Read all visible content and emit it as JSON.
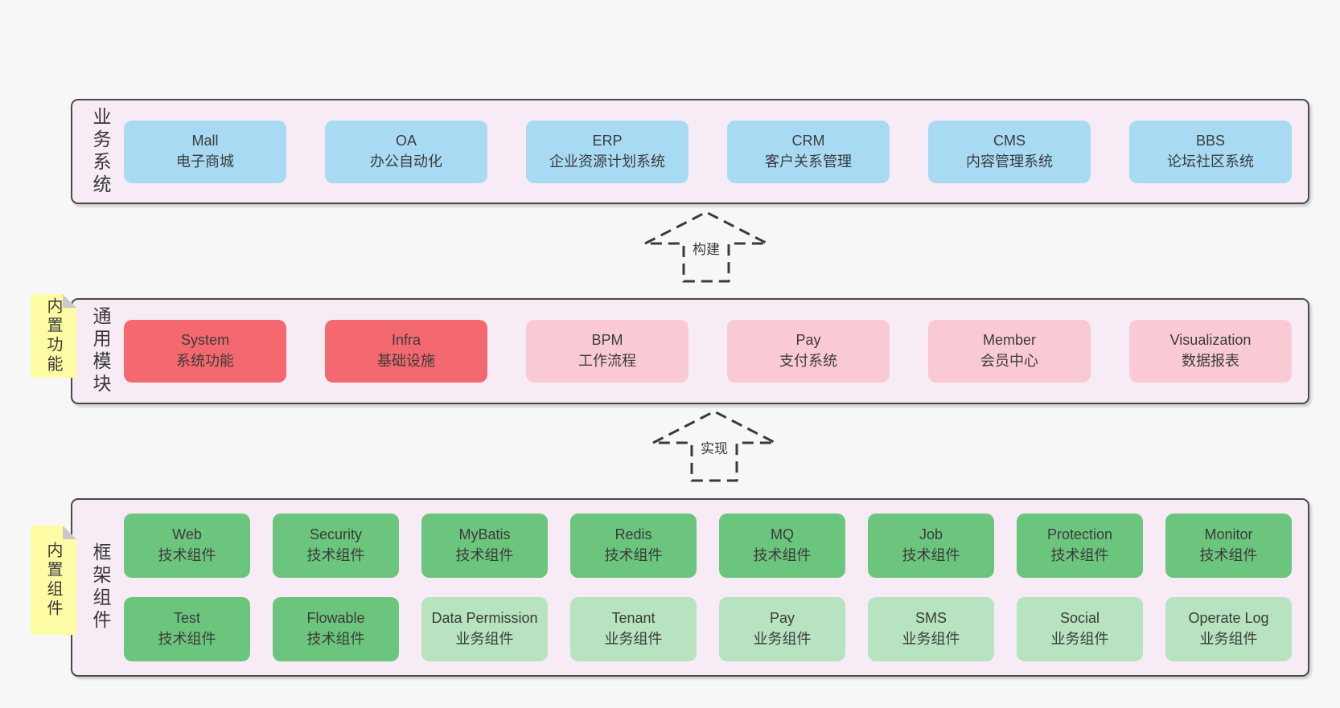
{
  "colors": {
    "page_bg": "#f7f7f7",
    "container_bg": "#f7ecf5",
    "border": "#4a4a4a",
    "blue": "#a8dbf3",
    "red": "#f4696f",
    "pink": "#facad4",
    "green": "#6cc57d",
    "light_green": "#b7e3c0",
    "sticky_yellow": "#fdfca5",
    "fold_gray": "#c9c9c9",
    "text": "#3d3d3d"
  },
  "business": {
    "label": "业务系统",
    "boxes": [
      {
        "name": "Mall",
        "desc": "电子商城"
      },
      {
        "name": "OA",
        "desc": "办公自动化"
      },
      {
        "name": "ERP",
        "desc": "企业资源计划系统"
      },
      {
        "name": "CRM",
        "desc": "客户关系管理"
      },
      {
        "name": "CMS",
        "desc": "内容管理系统"
      },
      {
        "name": "BBS",
        "desc": "论坛社区系统"
      }
    ]
  },
  "arrows": {
    "build": {
      "label": "构建"
    },
    "implement": {
      "label": "实现"
    }
  },
  "modules": {
    "label": "通用模块",
    "sticky": "内置功能",
    "boxes": [
      {
        "name": "System",
        "desc": "系统功能"
      },
      {
        "name": "Infra",
        "desc": "基础设施"
      },
      {
        "name": "BPM",
        "desc": "工作流程"
      },
      {
        "name": "Pay",
        "desc": "支付系统"
      },
      {
        "name": "Member",
        "desc": "会员中心"
      },
      {
        "name": "Visualization",
        "desc": "数据报表"
      }
    ]
  },
  "framework": {
    "label": "框架组件",
    "sticky": "内置组件",
    "row1": [
      {
        "name": "Web",
        "desc": "技术组件"
      },
      {
        "name": "Security",
        "desc": "技术组件"
      },
      {
        "name": "MyBatis",
        "desc": "技术组件"
      },
      {
        "name": "Redis",
        "desc": "技术组件"
      },
      {
        "name": "MQ",
        "desc": "技术组件"
      },
      {
        "name": "Job",
        "desc": "技术组件"
      },
      {
        "name": "Protection",
        "desc": "技术组件"
      },
      {
        "name": "Monitor",
        "desc": "技术组件"
      }
    ],
    "row2": [
      {
        "name": "Test",
        "desc": "技术组件"
      },
      {
        "name": "Flowable",
        "desc": "技术组件"
      },
      {
        "name": "Data Permission",
        "desc": "业务组件"
      },
      {
        "name": "Tenant",
        "desc": "业务组件"
      },
      {
        "name": "Pay",
        "desc": "业务组件"
      },
      {
        "name": "SMS",
        "desc": "业务组件"
      },
      {
        "name": "Social",
        "desc": "业务组件"
      },
      {
        "name": "Operate Log",
        "desc": "业务组件"
      }
    ]
  }
}
